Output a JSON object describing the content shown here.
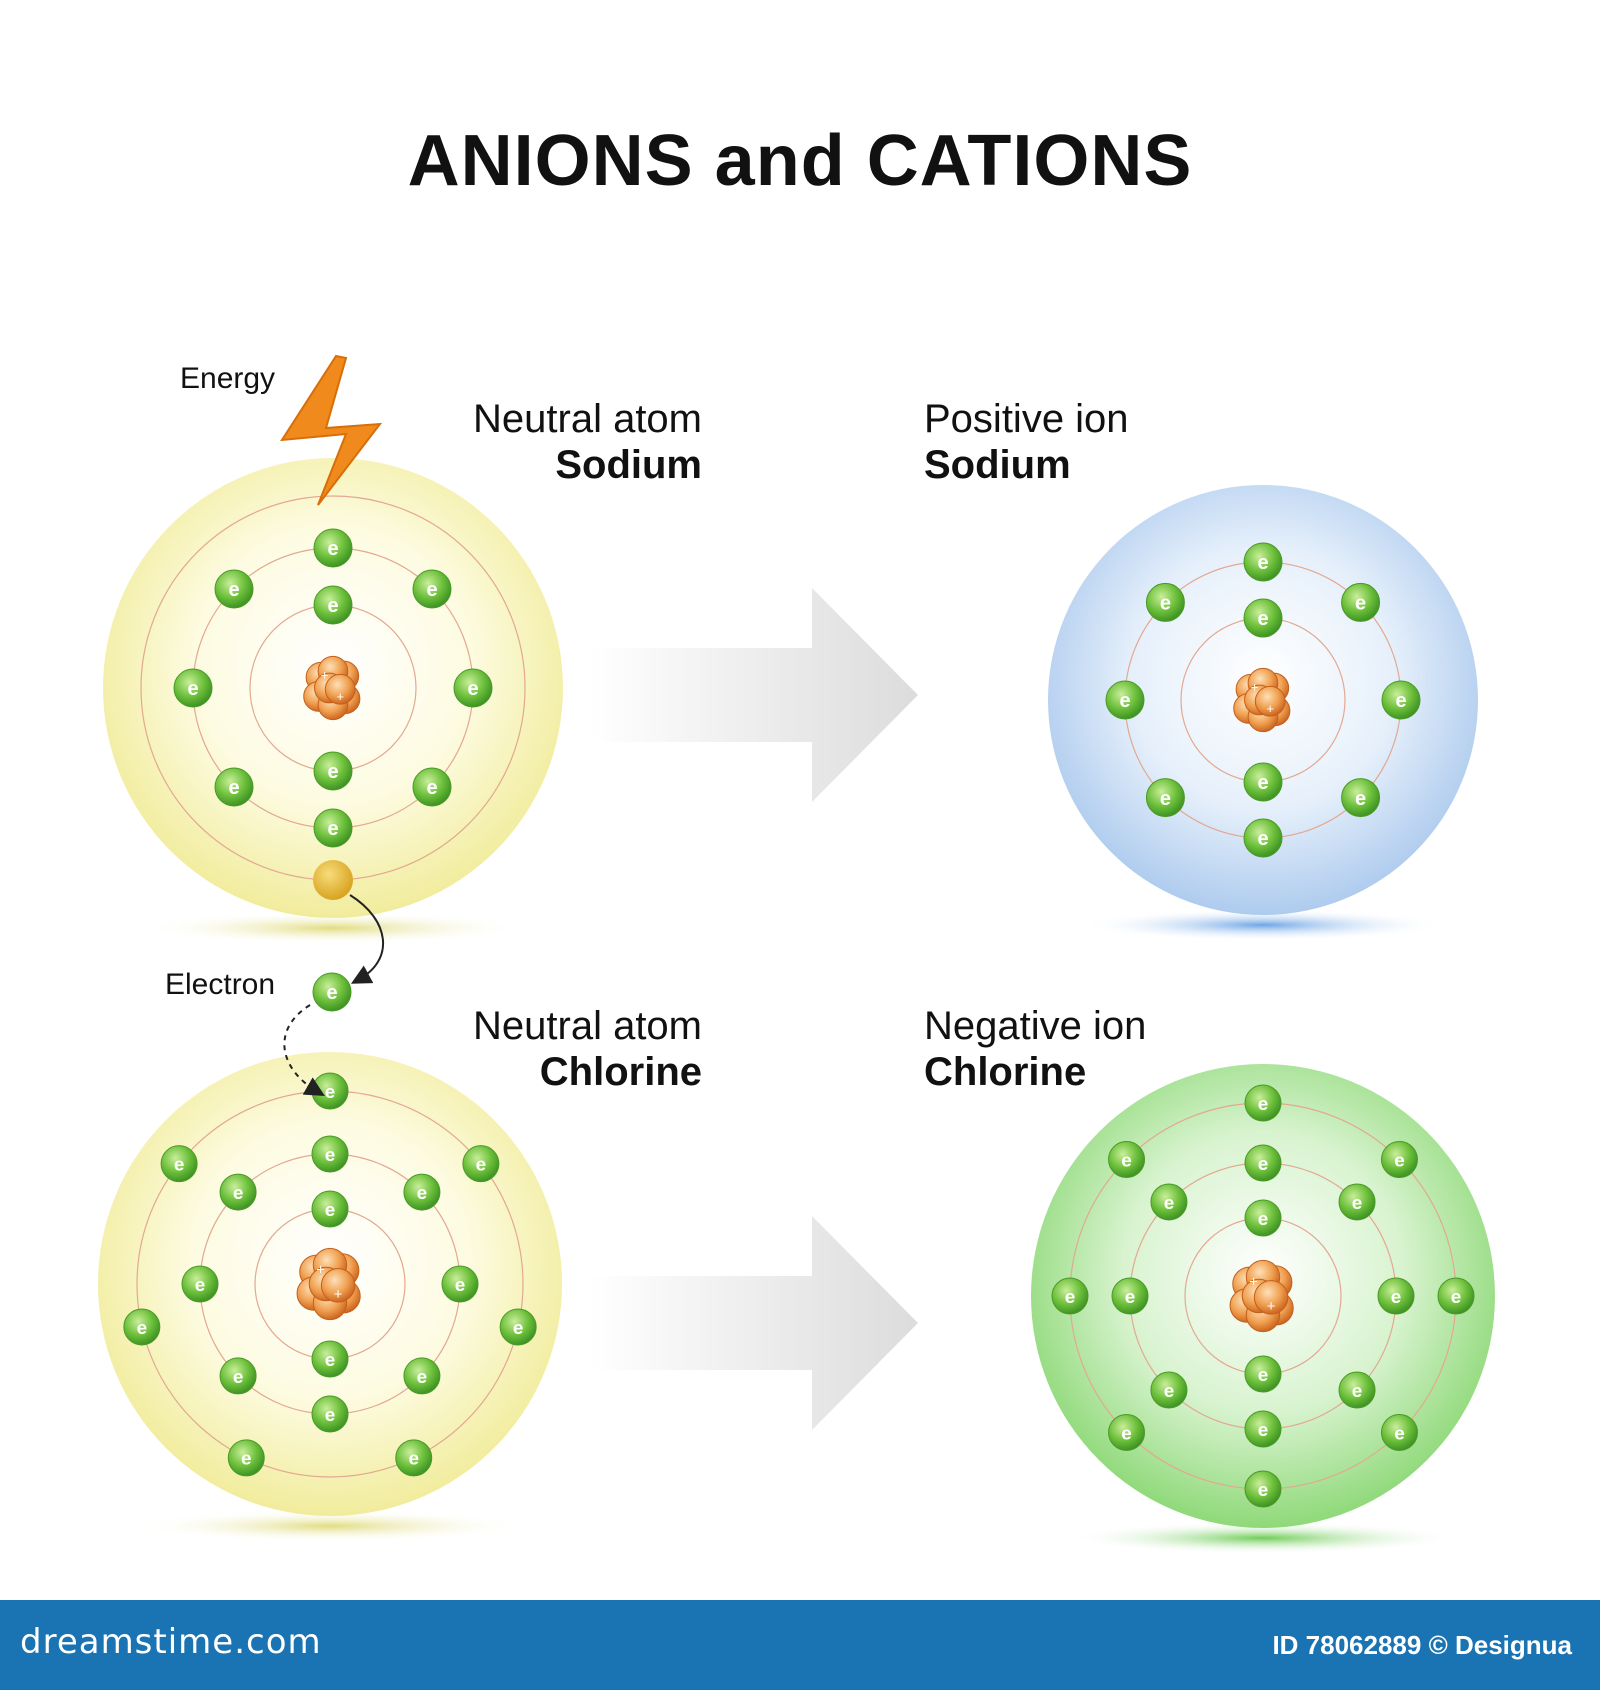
{
  "title": "ANIONS and CATIONS",
  "labels": {
    "energy": "Energy",
    "electron": "Electron",
    "electron_symbol": "e",
    "proton_symbol": "+",
    "na_atom": {
      "line1": "Neutral atom",
      "line2": "Sodium"
    },
    "na_ion": {
      "line1": "Positive ion",
      "line2": "Sodium"
    },
    "cl_atom": {
      "line1": "Neutral atom",
      "line2": "Chlorine"
    },
    "cl_ion": {
      "line1": "Negative ion",
      "line2": "Chlorine"
    }
  },
  "atoms": {
    "na_atom": {
      "shells": [
        2,
        8,
        1
      ],
      "color": "#f5f0a0"
    },
    "na_ion": {
      "shells": [
        2,
        8
      ],
      "color": "#b9d3f0"
    },
    "cl_atom": {
      "shells": [
        2,
        8,
        7
      ],
      "color": "#f5f0a0"
    },
    "cl_ion": {
      "shells": [
        2,
        8,
        8
      ],
      "color": "#9be089"
    }
  },
  "colors": {
    "electron": "#6cbf3a",
    "nucleus": "#e8893a",
    "energy_bolt": "#f08a1c",
    "lost_electron_slot": "#e8b830",
    "arrow": "#e6e6e6",
    "footer": "#1a74b4"
  },
  "footer": {
    "brand": "dreamstime.com",
    "credit": "ID 78062889 © Designua"
  }
}
